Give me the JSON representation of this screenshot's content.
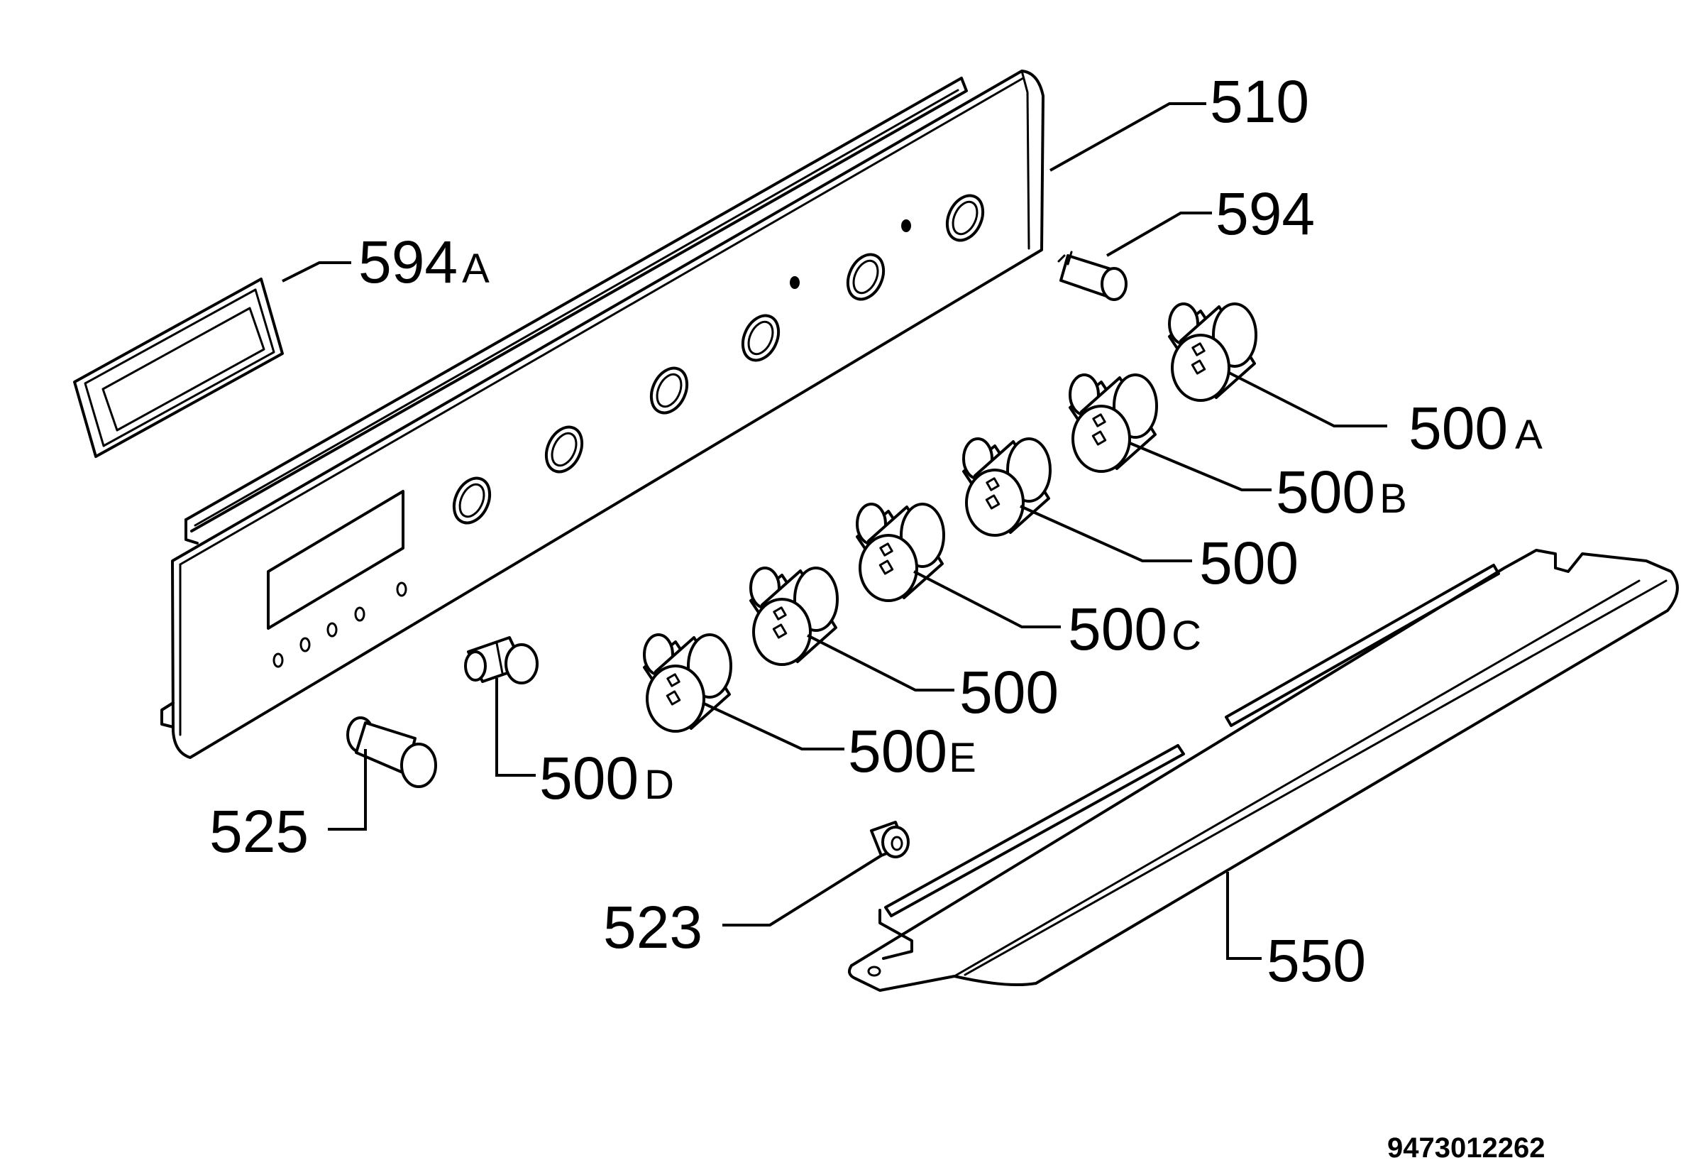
{
  "labels": {
    "l594a": "594",
    "l594a_suffix": "A",
    "l510": "510",
    "l594": "594",
    "l500a": "500",
    "l500a_suffix": "A",
    "l500b": "500",
    "l500b_suffix": "B",
    "l500_1": "500",
    "l500c": "500",
    "l500c_suffix": "C",
    "l500_2": "500",
    "l500e": "500",
    "l500e_suffix": "E",
    "l500d": "500",
    "l500d_suffix": "D",
    "l525": "525",
    "l523": "523",
    "l550": "550"
  },
  "reference_number": "9473012262"
}
